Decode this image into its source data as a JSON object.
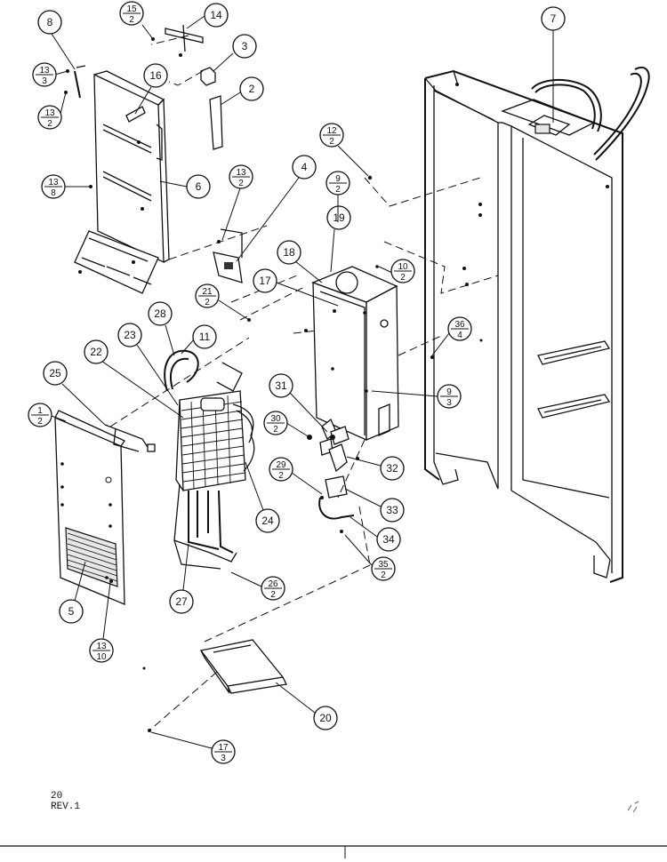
{
  "callouts": {
    "c8": "8",
    "c14": "14",
    "c7": "7",
    "c3": "3",
    "c2": "2",
    "c16": "16",
    "c6": "6",
    "c4": "4",
    "c19": "19",
    "c18": "18",
    "c17": "17",
    "c28": "28",
    "c11": "11",
    "c23": "23",
    "c22": "22",
    "c25": "25",
    "c31": "31",
    "c32": "32",
    "c33": "33",
    "c34": "34",
    "c24": "24",
    "c27": "27",
    "c5": "5",
    "c20": "20",
    "f15_2": {
      "num": "15",
      "den": "2"
    },
    "f13_3": {
      "num": "13",
      "den": "3"
    },
    "f13_2a": {
      "num": "13",
      "den": "2"
    },
    "f13_8": {
      "num": "13",
      "den": "8"
    },
    "f12_2": {
      "num": "12",
      "den": "2"
    },
    "f9_2": {
      "num": "9",
      "den": "2"
    },
    "f13_2b": {
      "num": "13",
      "den": "2"
    },
    "f21_2": {
      "num": "21",
      "den": "2"
    },
    "f10_2": {
      "num": "10",
      "den": "2"
    },
    "f36_4": {
      "num": "36",
      "den": "4"
    },
    "f9_3": {
      "num": "9",
      "den": "3"
    },
    "f1_2": {
      "num": "1",
      "den": "2"
    },
    "f30_2": {
      "num": "30",
      "den": "2"
    },
    "f29_2": {
      "num": "29",
      "den": "2"
    },
    "f35_2": {
      "num": "35",
      "den": "2"
    },
    "f26_2": {
      "num": "26",
      "den": "2"
    },
    "f13_10": {
      "num": "13",
      "den": "10"
    },
    "f17_3": {
      "num": "17",
      "den": "3"
    }
  },
  "footer": {
    "page": "20",
    "rev": "REV.1"
  }
}
